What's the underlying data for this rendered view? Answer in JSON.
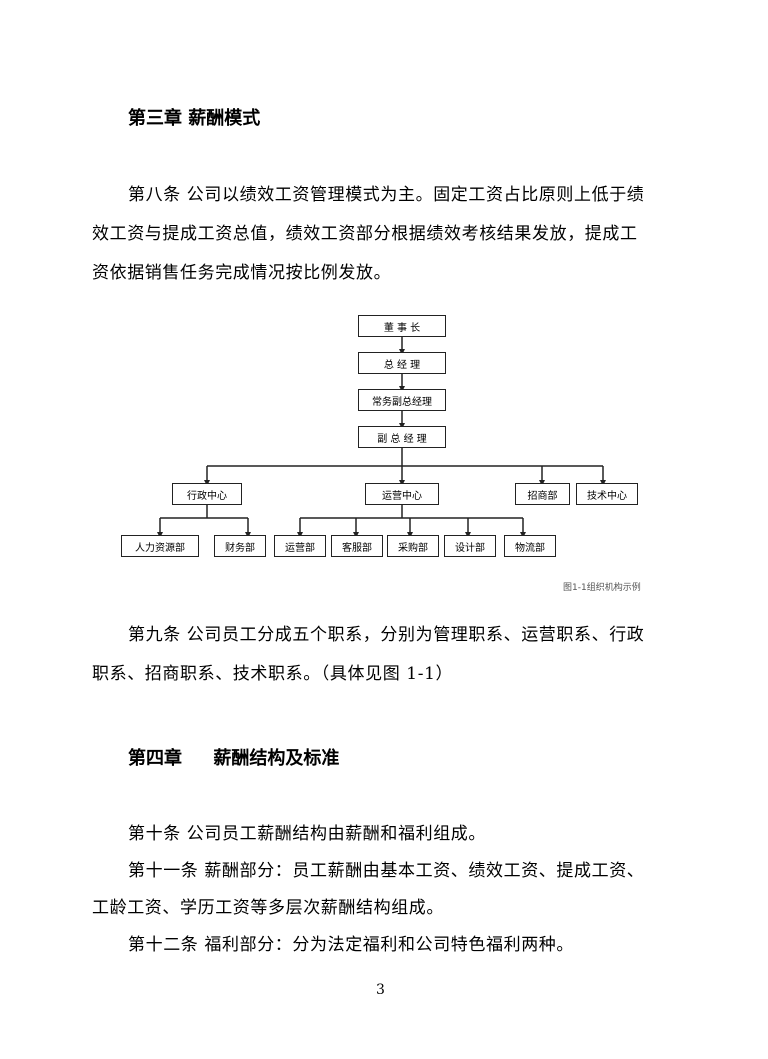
{
  "chapter3": {
    "title": "第三章 薪酬模式",
    "article8_lines": [
      "第八条 公司以绩效工资管理模式为主。固定工资占比原则上低于绩",
      "效工资与提成工资总值，绩效工资部分根据绩效考核结果发放，提成工",
      "资依据销售任务完成情况按比例发放。"
    ]
  },
  "org_chart": {
    "nodes": {
      "chairman": "董 事 长",
      "gm": "总 经 理",
      "exec_vgm": "常务副总经理",
      "vgm": "副 总 经 理",
      "admin": "行政中心",
      "ops": "运营中心",
      "invest": "招商部",
      "tech": "技术中心",
      "hr": "人力资源部",
      "finance": "财务部",
      "operations": "运营部",
      "cs": "客服部",
      "purchase": "采购部",
      "design": "设计部",
      "logistics": "物流部"
    },
    "caption": "图1-1组织机构示例"
  },
  "article9_lines": [
    "第九条 公司员工分成五个职系，分别为管理职系、运营职系、行政",
    "职系、招商职系、技术职系。（具体见图 1-1）"
  ],
  "chapter4": {
    "title": "第四章     薪酬结构及标准",
    "article10": "第十条 公司员工薪酬结构由薪酬和福利组成。",
    "article11_lines": [
      "第十一条 薪酬部分：员工薪酬由基本工资、绩效工资、提成工资、",
      "工龄工资、学历工资等多层次薪酬结构组成。"
    ],
    "article12": "第十二条 福利部分：分为法定福利和公司特色福利两种。"
  },
  "page_number": "3"
}
